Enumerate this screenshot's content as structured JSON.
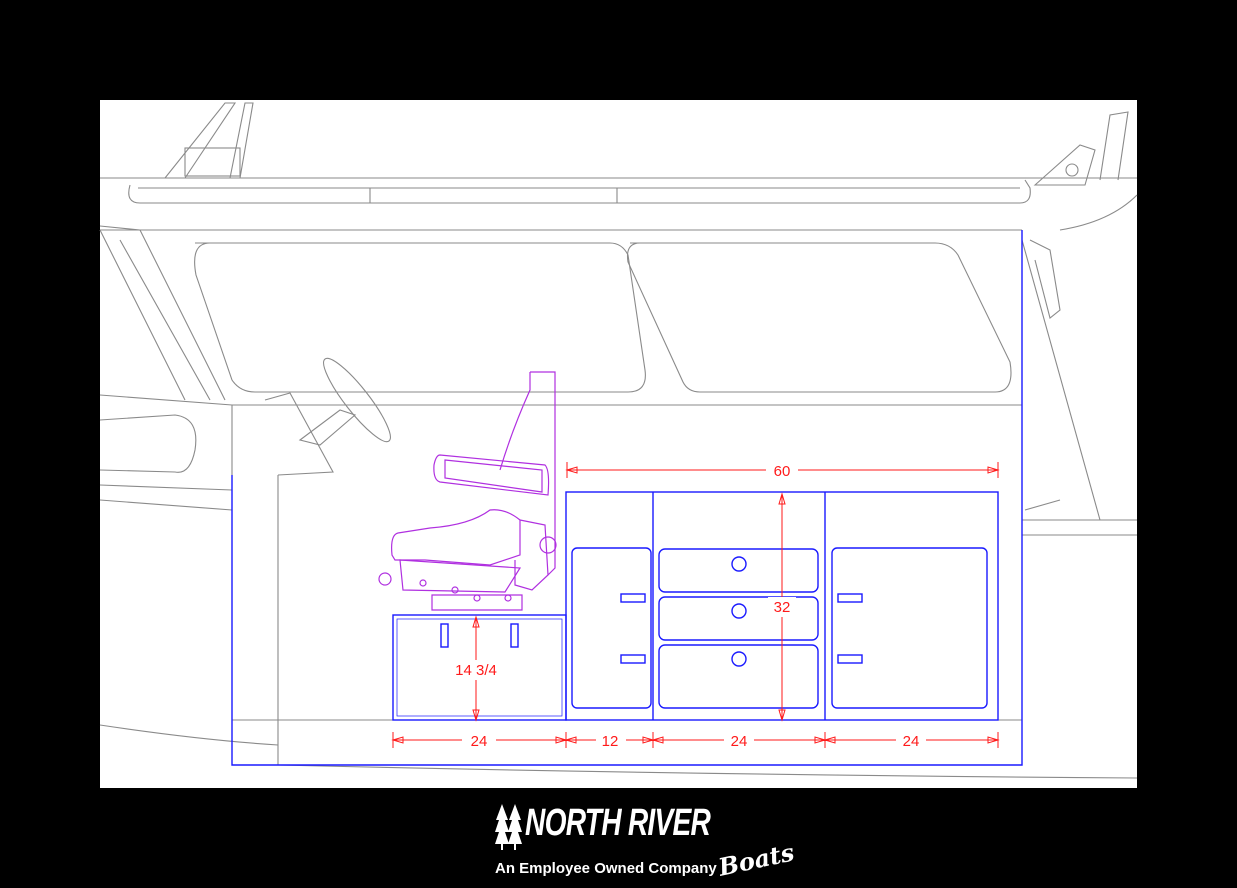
{
  "drawing": {
    "dimensions": {
      "cabinet_width": "60",
      "cabinet_height": "32",
      "seat_box_height": "14 3/4",
      "seat_box_width": "24",
      "door_left_width": "12",
      "drawers_width": "24",
      "door_right_width": "24"
    },
    "colors": {
      "cabinet_outline": "#1a1aff",
      "seat": "#b030e0",
      "dimension": "#ff1a1a",
      "hull": "#8a8a8a"
    }
  },
  "logo": {
    "name": "NORTH RIVER",
    "tagline": "An Employee Owned Company",
    "script": "Boats"
  }
}
